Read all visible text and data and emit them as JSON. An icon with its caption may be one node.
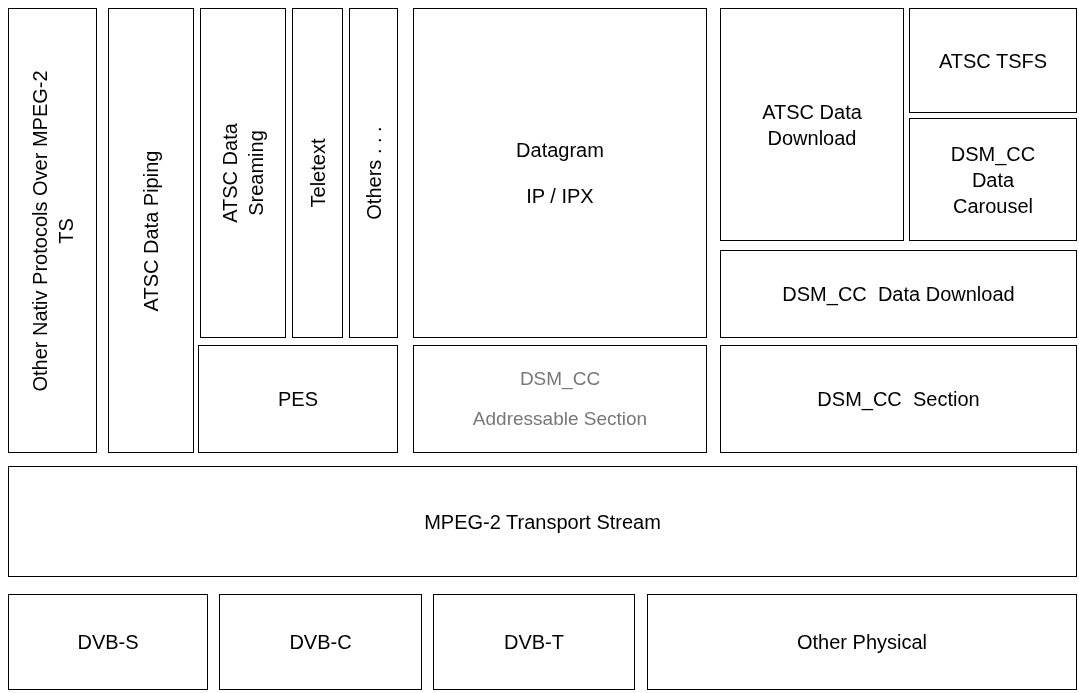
{
  "diagram": {
    "nodes": [
      {
        "text": [
          "Other Nativ Protocols Over MPEG-2 TS"
        ]
      },
      {
        "text": [
          "ATSC Data Piping"
        ]
      },
      {
        "text": [
          "ATSC Data Sreaming"
        ]
      },
      {
        "text": [
          "Teletext"
        ]
      },
      {
        "text": [
          "Others . . ."
        ]
      },
      {
        "text": [
          "Datagram",
          "IP / IPX"
        ]
      },
      {
        "text": [
          "ATSC Data Download"
        ]
      },
      {
        "text": [
          "ATSC TSFS"
        ]
      },
      {
        "text": [
          "DSM_CC Data Carousel"
        ]
      },
      {
        "text": [
          "DSM_CC  Data Download"
        ]
      },
      {
        "text": [
          "PES"
        ]
      },
      {
        "text": [
          "DSM_CC",
          "Addressable Section"
        ]
      },
      {
        "text": [
          "DSM_CC  Section"
        ]
      },
      {
        "text": [
          "MPEG-2 Transport Stream"
        ]
      },
      {
        "text": [
          "DVB-S"
        ]
      },
      {
        "text": [
          "DVB-C"
        ]
      },
      {
        "text": [
          "DVB-T"
        ]
      },
      {
        "text": [
          "Other Physical"
        ]
      }
    ]
  }
}
